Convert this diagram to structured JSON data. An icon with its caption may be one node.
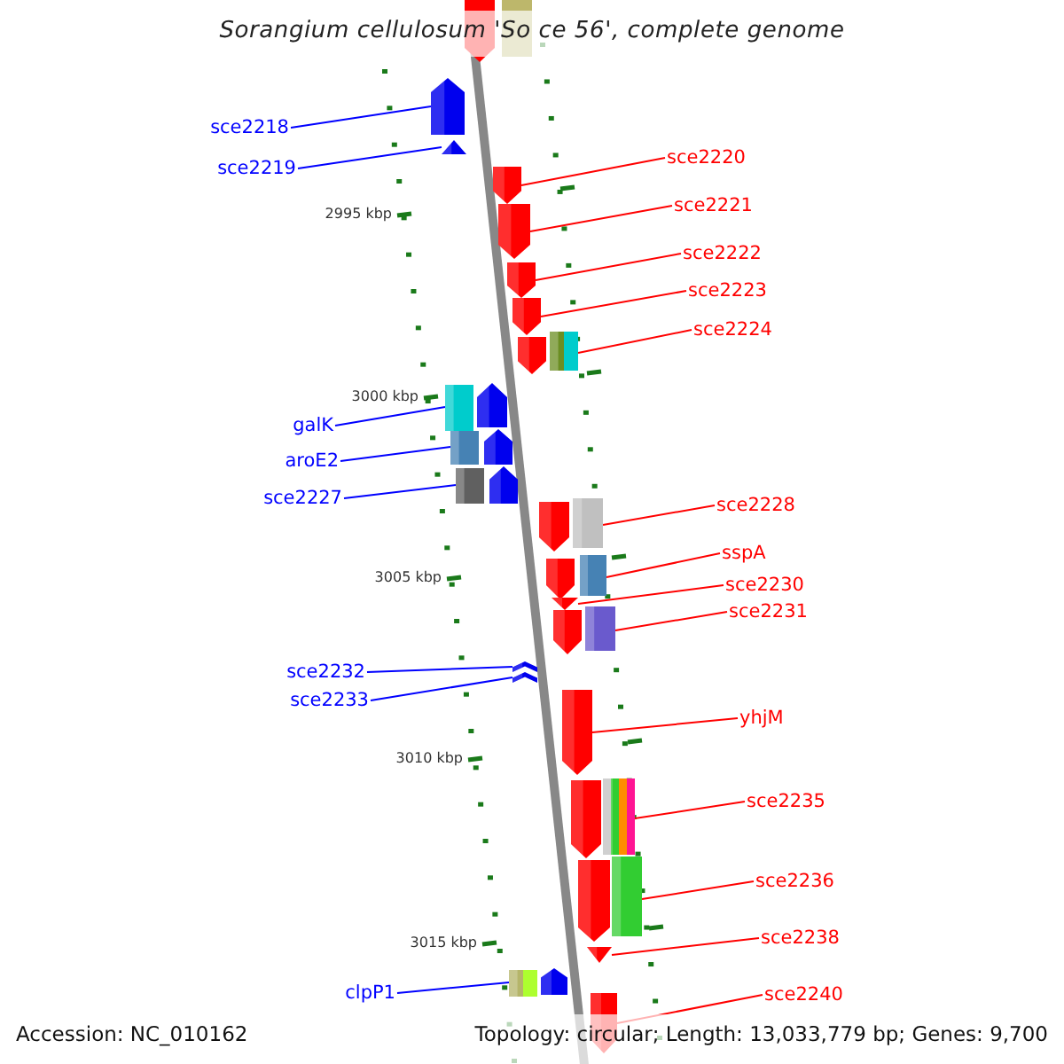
{
  "diagram": {
    "title": "Sorangium cellulosum 'So ce 56', complete genome",
    "nodes": [
      {
        "text": [
          "sce2218"
        ]
      },
      {
        "text": [],
        "shape": "arrow"
      },
      {
        "text": [
          "sce2219"
        ]
      },
      {
        "text": [],
        "shape": "triangle"
      },
      {
        "text": [
          "sce2220"
        ]
      },
      {
        "text": [],
        "shape": "arrow"
      },
      {
        "text": [
          "sce2221"
        ]
      },
      {
        "text": [],
        "shape": "arrow"
      },
      {
        "text": [
          "sce2222"
        ]
      },
      {
        "text": [],
        "shape": "arrow"
      },
      {
        "text": [
          "sce2223"
        ]
      },
      {
        "text": [],
        "shape": "arrow"
      },
      {
        "text": [
          "sce2224"
        ]
      },
      {
        "text": [],
        "shape": "arrow"
      },
      {
        "text": [
          "galK"
        ]
      },
      {
        "text": [],
        "shape": "arrow"
      },
      {
        "text": [
          "aroE2"
        ]
      },
      {
        "text": [],
        "shape": "arrow"
      },
      {
        "text": [
          "sce2227"
        ]
      },
      {
        "text": [],
        "shape": "arrow"
      },
      {
        "text": [
          "sce2228"
        ]
      },
      {
        "text": [],
        "shape": "arrow"
      },
      {
        "text": [
          "sspA"
        ]
      },
      {
        "text": [],
        "shape": "arrow"
      },
      {
        "text": [
          "sce2230"
        ]
      },
      {
        "text": [],
        "shape": "triangle"
      },
      {
        "text": [
          "sce2231"
        ]
      },
      {
        "text": [],
        "shape": "arrow"
      },
      {
        "text": [
          "sce2232"
        ]
      },
      {
        "text": [],
        "shape": "chevron"
      },
      {
        "text": [
          "sce2233"
        ]
      },
      {
        "text": [],
        "shape": "chevron"
      },
      {
        "text": [
          "yhjM"
        ]
      },
      {
        "text": [],
        "shape": "arrow"
      },
      {
        "text": [
          "sce2235"
        ]
      },
      {
        "text": [],
        "shape": "arrow"
      },
      {
        "text": [
          "sce2236"
        ]
      },
      {
        "text": [],
        "shape": "arrow"
      },
      {
        "text": [
          "sce2238"
        ]
      },
      {
        "text": [],
        "shape": "triangle"
      },
      {
        "text": [
          "clpP1"
        ]
      },
      {
        "text": [],
        "shape": "arrow"
      },
      {
        "text": [
          "sce2240"
        ]
      },
      {
        "text": [],
        "shape": "arrow"
      }
    ],
    "edges": [
      {
        "from": 0,
        "to": 1,
        "arrow": "none",
        "color": "#0000ff"
      },
      {
        "from": 2,
        "to": 3,
        "arrow": "none",
        "color": "#0000ff"
      },
      {
        "from": 4,
        "to": 5,
        "arrow": "none"
      },
      {
        "from": 6,
        "to": 7,
        "arrow": "none"
      },
      {
        "from": 8,
        "to": 9,
        "arrow": "none"
      },
      {
        "from": 10,
        "to": 11,
        "arrow": "none"
      },
      {
        "from": 12,
        "to": 13,
        "arrow": "none"
      },
      {
        "from": 14,
        "to": 15,
        "arrow": "none",
        "color": "#0000ff"
      },
      {
        "from": 16,
        "to": 17,
        "arrow": "none",
        "color": "#0000ff"
      },
      {
        "from": 18,
        "to": 19,
        "arrow": "none",
        "color": "#0000ff"
      },
      {
        "from": 20,
        "to": 21,
        "arrow": "none"
      },
      {
        "from": 22,
        "to": 23,
        "arrow": "none"
      },
      {
        "from": 24,
        "to": 25,
        "arrow": "none"
      },
      {
        "from": 26,
        "to": 27,
        "arrow": "none"
      },
      {
        "from": 28,
        "to": 29,
        "arrow": "none",
        "color": "#0000ff"
      },
      {
        "from": 30,
        "to": 31,
        "arrow": "none",
        "color": "#0000ff"
      },
      {
        "from": 32,
        "to": 33,
        "arrow": "none"
      },
      {
        "from": 34,
        "to": 35,
        "arrow": "none"
      },
      {
        "from": 36,
        "to": 37,
        "arrow": "none"
      },
      {
        "from": 38,
        "to": 39,
        "arrow": "none"
      },
      {
        "from": 40,
        "to": 41,
        "arrow": "none",
        "color": "#0000ff"
      },
      {
        "from": 42,
        "to": 43,
        "arrow": "none"
      }
    ],
    "labels": [
      "2995 kbp",
      "3000 kbp",
      "3005 kbp",
      "3010 kbp",
      "3015 kbp",
      "Accession: NC_010162",
      "Topology: circular; Length: 13,033,779 bp; Genes: 9,700"
    ]
  }
}
